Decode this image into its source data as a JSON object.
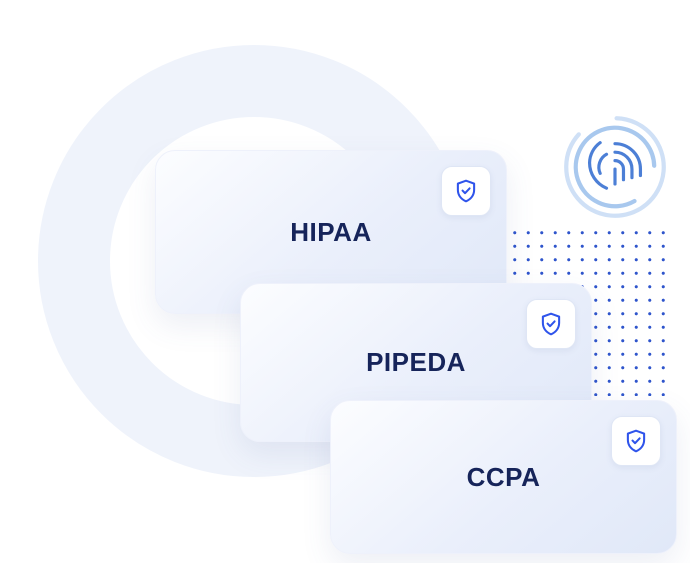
{
  "illustration": {
    "title": "compliance-badges",
    "cards": [
      {
        "label": "HIPAA",
        "icon": "shield-check-icon"
      },
      {
        "label": "PIPEDA",
        "icon": "shield-check-icon"
      },
      {
        "label": "CCPA",
        "icon": "shield-check-icon"
      }
    ],
    "icons": {
      "shield": "shield-check-icon",
      "fingerprint": "fingerprint-icon"
    },
    "colors": {
      "label_text": "#16245a",
      "shield_stroke": "#2f54eb",
      "dot_grid": "#2f55cc",
      "background_ring": "#eff3fb",
      "card_gradient_start": "#fcfdff",
      "card_gradient_end": "#e0e8f8",
      "fingerprint_outer": "#cfe0f6",
      "fingerprint_mid": "#a8c8ee",
      "fingerprint_inner": "#4c7fd6"
    }
  }
}
